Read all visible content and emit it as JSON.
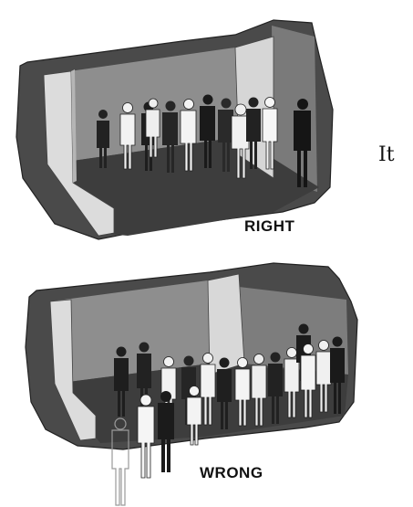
{
  "panels": [
    {
      "id": "right",
      "caption": "RIGHT"
    },
    {
      "id": "wrong",
      "caption": "WRONG"
    }
  ],
  "side_text": "It"
}
